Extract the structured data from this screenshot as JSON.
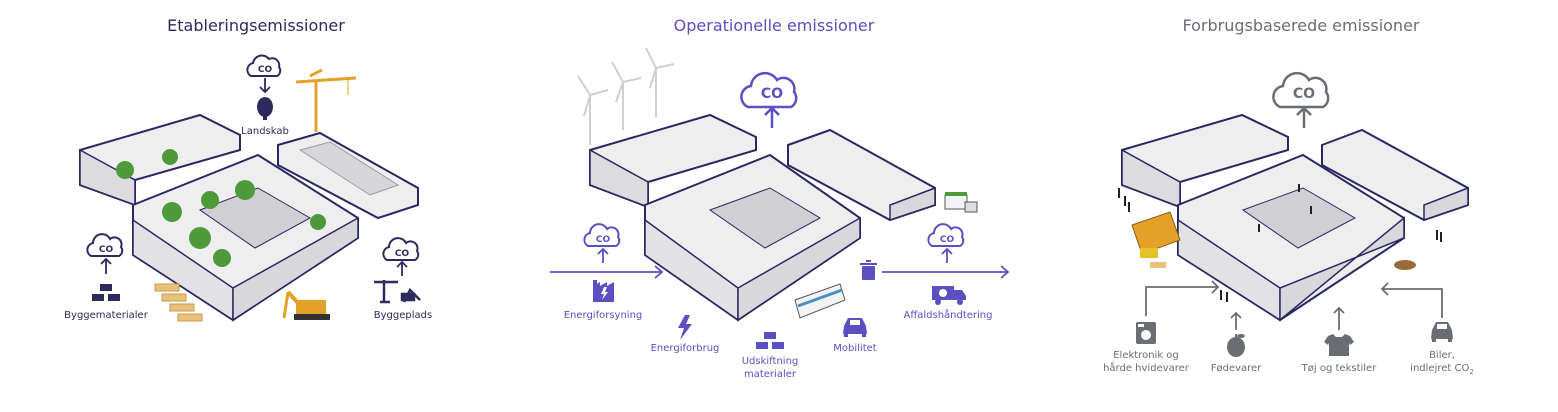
{
  "colors": {
    "embodied": "#2e2a5e",
    "operational": "#5b4fc2",
    "consumption": "#6a6e74",
    "building_fill": "#eeeeef",
    "building_outline": "#2b2861",
    "tree": "#4e9a3a",
    "crane": "#e3a129"
  },
  "panels": [
    {
      "title": "Etableringsemissioner",
      "labels": {
        "landscape": "Landskab",
        "materials": "Byggematerialer",
        "site": "Byggeplads"
      }
    },
    {
      "title": "Operationelle emissioner",
      "labels": {
        "energy_supply": "Energiforsyning",
        "energy_use": "Energiforbrug",
        "replacement": [
          "Udskiftning",
          "materialer"
        ],
        "mobility": "Mobilitet",
        "waste": "Affaldshåndtering"
      }
    },
    {
      "title": "Forbrugsbaserede emissioner",
      "labels": {
        "electronics": [
          "Elektronik og",
          "hårde hvidevarer"
        ],
        "food": "Fødevarer",
        "clothing": "Tøj og tekstiler",
        "cars": [
          "Biler,",
          "indlejret CO"
        ]
      }
    }
  ],
  "co2": {
    "text": "CO",
    "sub": "2"
  },
  "icons": [
    "co2-cloud-icon",
    "tree-icon",
    "bricks-icon",
    "crane-icon",
    "factory-icon",
    "lightning-icon",
    "car-icon",
    "trash-icon",
    "recycle-truck-icon",
    "washing-machine-icon",
    "apple-icon",
    "tshirt-icon"
  ]
}
